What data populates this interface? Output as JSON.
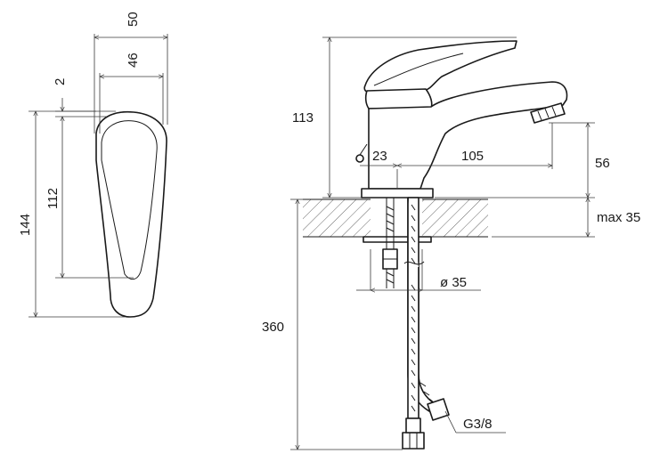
{
  "labels": {
    "handle_width_outer": "50",
    "handle_width_inner": "46",
    "handle_gap": "2",
    "handle_inner_height": "112",
    "handle_total_height": "144",
    "tap_height": "113",
    "lever_offset": "23",
    "spout_reach": "105",
    "spout_height": "56",
    "deck_thickness": "max 35",
    "hole_diameter": "ø 35",
    "hose_length": "360",
    "hose_thread": "G3/8"
  },
  "colors": {
    "line": "#1a1a1a",
    "hatch": "#555555",
    "background": "#ffffff"
  }
}
